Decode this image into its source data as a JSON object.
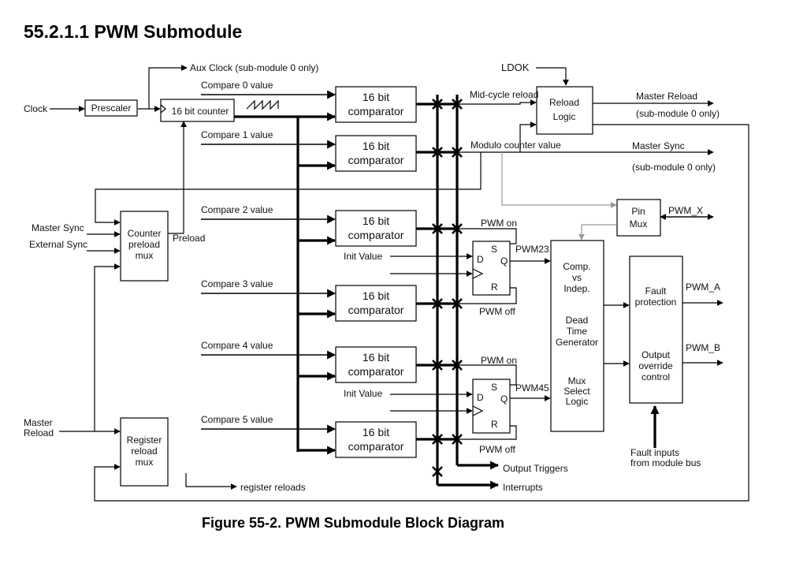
{
  "heading": "55.2.1.1   PWM Submodule",
  "caption": "Figure 55-2. PWM Submodule Block Diagram",
  "blocks": {
    "prescaler": "Prescaler",
    "counter": "16 bit counter",
    "comparator": [
      "16 bit",
      "comparator"
    ],
    "reload_logic": [
      "Reload",
      "Logic"
    ],
    "counter_preload_mux": [
      "Counter",
      "preload",
      "mux"
    ],
    "register_reload_mux": [
      "Register",
      "reload",
      "mux"
    ],
    "pin_mux": [
      "Pin",
      "Mux"
    ],
    "comp_block": [
      "Comp.",
      "vs",
      "Indep.",
      "Dead",
      "Time",
      "Generator",
      "Mux",
      "Select",
      "Logic"
    ],
    "fault_block": [
      "Fault",
      "protection",
      "Output",
      "override",
      "control"
    ],
    "flipflop": {
      "s": "S",
      "q": "Q",
      "d": "D",
      "r": "R"
    }
  },
  "signals": {
    "clock": "Clock",
    "aux_clock": "Aux Clock (sub-module 0 only)",
    "ldok": "LDOK",
    "compare": [
      "Compare 0 value",
      "Compare 1 value",
      "Compare 2 value",
      "Compare 3 value",
      "Compare 4 value",
      "Compare 5 value"
    ],
    "mid_cycle_reload": "Mid-cycle reload",
    "modulo_counter_value": "Modulo counter value",
    "master_reload_out": "Master Reload",
    "master_reload_note": "(sub-module 0 only)",
    "master_sync_out": "Master Sync",
    "master_sync_note": "(sub-module 0 only)",
    "master_sync_in": "Master Sync",
    "external_sync": "External Sync",
    "preload": "Preload",
    "master_reload_in": [
      "Master",
      "Reload"
    ],
    "pwm_on": "PWM on",
    "pwm_off": "PWM off",
    "init_value": "Init Value",
    "pwm23": "PWM23",
    "pwm45": "PWM45",
    "pwm_x": "PWM_X",
    "pwm_a": "PWM_A",
    "pwm_b": "PWM_B",
    "fault_inputs": [
      "Fault inputs",
      "from module bus"
    ],
    "output_triggers": "Output Triggers",
    "interrupts": "Interrupts",
    "register_reloads": "register reloads"
  }
}
